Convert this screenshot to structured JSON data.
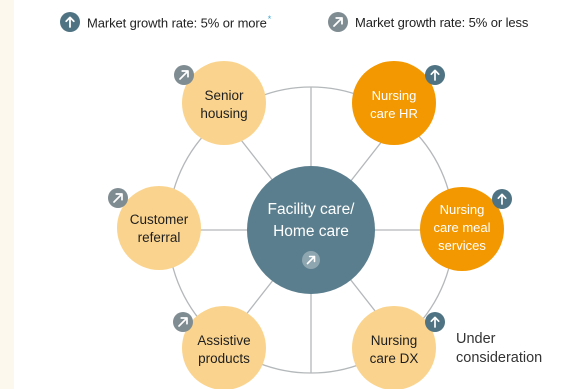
{
  "legend": {
    "high_growth_label": "Market growth rate: 5% or more",
    "high_growth_marker": "*",
    "low_growth_label": "Market growth rate: 5% or less",
    "high_growth_icon": "arrow-up-icon",
    "low_growth_icon": "arrow-up-right-icon"
  },
  "center": {
    "line1": "Facility care/",
    "line2": "Home care",
    "icon": "arrow-up-right-icon"
  },
  "nodes": {
    "senior_housing": {
      "line1": "Senior",
      "line2": "housing",
      "growth": "low"
    },
    "nursing_care_hr": {
      "line1": "Nursing",
      "line2": "care HR",
      "growth": "high"
    },
    "customer_referral": {
      "line1": "Customer",
      "line2": "referral",
      "growth": "low"
    },
    "nursing_care_meal_services": {
      "line1": "Nursing",
      "line2": "care meal",
      "line3": "services",
      "growth": "high"
    },
    "assistive_products": {
      "line1": "Assistive",
      "line2": "products",
      "growth": "low"
    },
    "nursing_care_dx": {
      "line1": "Nursing",
      "line2": "care DX",
      "growth": "high"
    }
  },
  "under_consideration": {
    "line1": "Under",
    "line2": "consideration"
  },
  "colors": {
    "center_fill": "#5a7e8d",
    "light_node_fill": "#fad48e",
    "orange_node_fill": "#f39800",
    "icon_high_fill": "#4f7382",
    "icon_low_fill": "#7f8c92",
    "ring_stroke": "#b4b8ba",
    "light_band": "#fdf8ee"
  }
}
